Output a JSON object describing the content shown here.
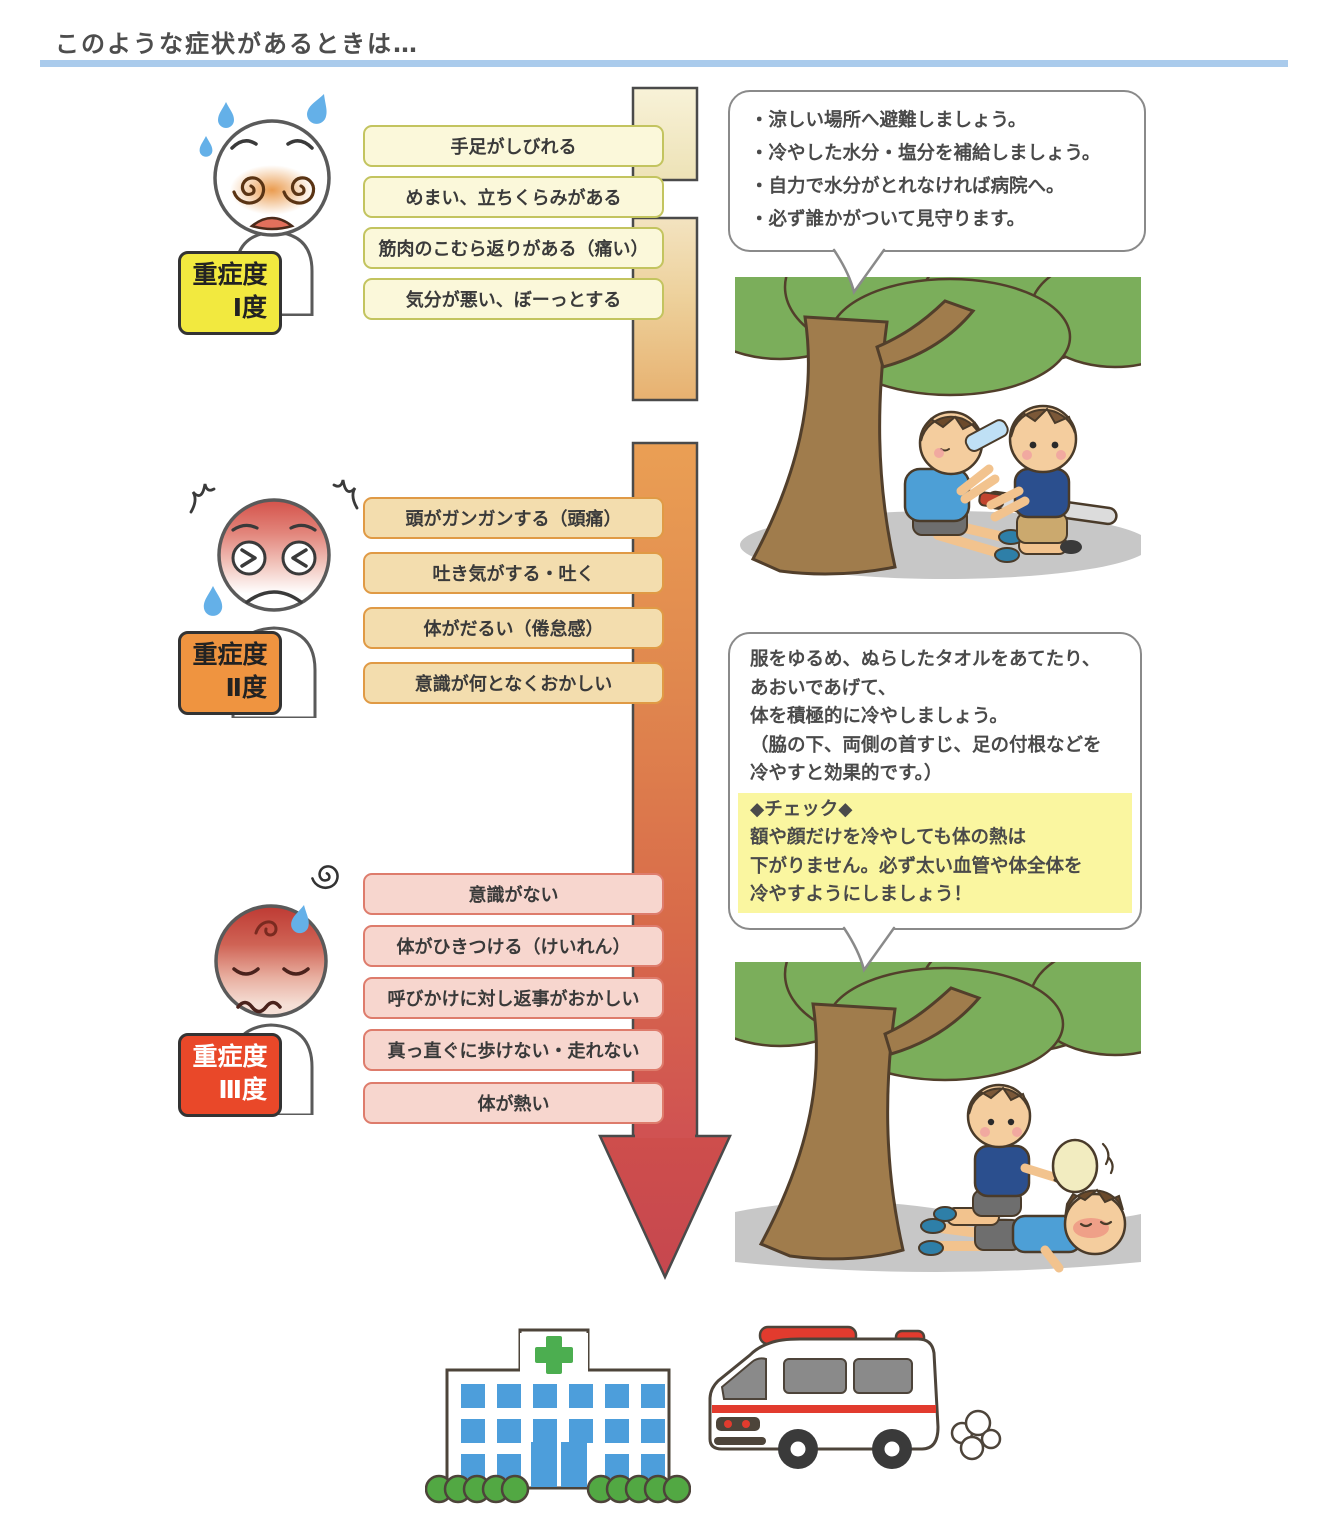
{
  "title": "このような症状があるときは…",
  "levels": [
    {
      "badge_line1": "重症度",
      "badge_line2": "Ⅰ度",
      "symptoms": [
        "手足がしびれる",
        "めまい、立ちくらみがある",
        "筋肉のこむら返りがある（痛い）",
        "気分が悪い、ぼーっとする"
      ]
    },
    {
      "badge_line1": "重症度",
      "badge_line2": "Ⅱ度",
      "symptoms": [
        "頭がガンガンする（頭痛）",
        "吐き気がする・吐く",
        "体がだるい（倦怠感）",
        "意識が何となくおかしい"
      ]
    },
    {
      "badge_line1": "重症度",
      "badge_line2": "Ⅲ度",
      "symptoms": [
        "意識がない",
        "体がひきつける（けいれん）",
        "呼びかけに対し返事がおかしい",
        "真っ直ぐに歩けない・走れない",
        "体が熱い"
      ]
    }
  ],
  "bubble1": {
    "lines": [
      "・涼しい場所へ避難しましょう。",
      "・冷やした水分・塩分を補給しましょう。",
      "・自力で水分がとれなければ病院へ。",
      "・必ず誰かがついて見守ります。"
    ]
  },
  "bubble2": {
    "lines": [
      "服をゆるめ、ぬらしたタオルをあてたり、",
      "あおいであげて、",
      "体を積極的に冷やしましょう。",
      "（脇の下、両側の首すじ、足の付根などを",
      "冷やすと効果的です。）"
    ],
    "check_title": "◆チェック◆",
    "check_lines": [
      "額や顔だけを冷やしても体の熱は",
      "下がりません。必ず太い血管や体全体を",
      "冷やすようにしましょう！"
    ]
  },
  "colors": {
    "title_bar": "#AACBEC",
    "level1_badge": "#F2E93F",
    "level2_badge": "#EF9440",
    "level3_badge": "#E94829",
    "level1_box": "#FBF8DA",
    "level1_border": "#C3C45F",
    "level2_box": "#F3DDAE",
    "level2_border": "#E09A45",
    "level3_box": "#F7D6CE",
    "level3_border": "#DE7C6C",
    "check_bg": "#FAF6A0",
    "arrow_top": "#F8F2D8",
    "arrow_mid": "#E8B26E",
    "arrow_bottom": "#CD4B4F",
    "tree_green": "#7BAE5B",
    "trunk_brown": "#A07C4C",
    "hospital_window_blue": "#4D9EDB",
    "hospital_cross_green": "#4CAE50",
    "ambulance_red": "#E23B2E"
  }
}
